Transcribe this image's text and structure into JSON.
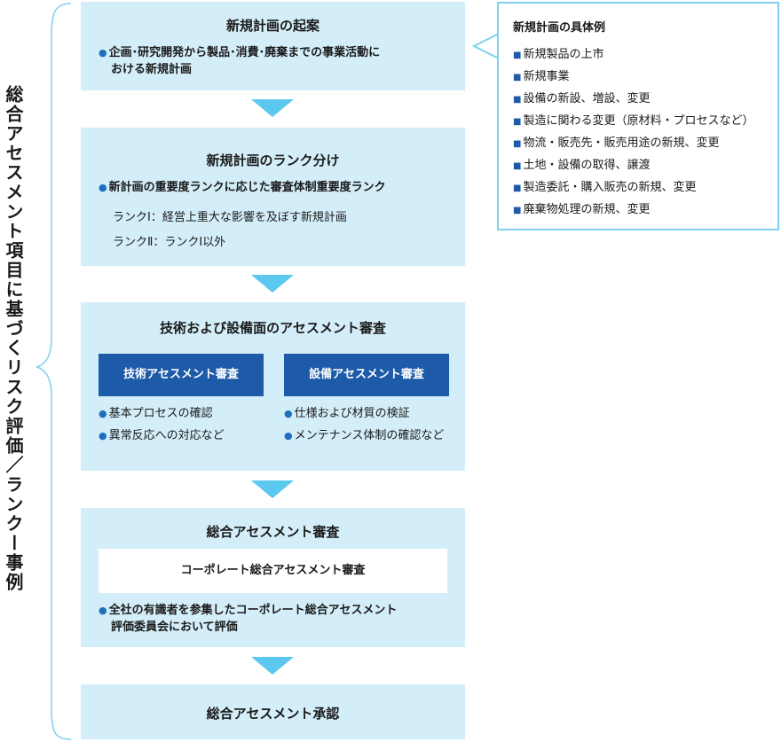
{
  "side_label": "総合アセスメント項目に基づくリスク評価／ランクー事例",
  "steps": {
    "step1": {
      "title": "新規計画の起案",
      "bullet_1": "企画･研究開発から製品･消費･廃棄までの事業活動に",
      "bullet_2": "おける新規計画"
    },
    "step2": {
      "title": "新規計画のランク分け",
      "bullet": "新計画の重要度ランクに応じた審査体制重要度ランク",
      "rank1": "ランクⅠ：経営上重大な影響を及ぼす新規計画",
      "rank2": "ランクⅡ：ランクⅠ以外"
    },
    "step3": {
      "title": "技術および設備面のアセスメント審査",
      "left_box": "技術アセスメント審査",
      "right_box": "設備アセスメント審査",
      "left_items": [
        "基本プロセスの確認",
        "異常反応への対応など"
      ],
      "right_items": [
        "仕様および材質の検証",
        "メンテナンス体制の確認など"
      ]
    },
    "step4": {
      "title": "総合アセスメント審査",
      "inner_box": "コーポレート総合アセスメント審査",
      "bullet_1": "全社の有識者を参集したコーポレート総合アセスメント",
      "bullet_2": "評価委員会において評価"
    },
    "step5": {
      "title": "総合アセスメント承認"
    }
  },
  "callout": {
    "title": "新規計画の具体例",
    "items": [
      "新規製品の上市",
      "新規事業",
      "設備の新設、増設、変更",
      "製造に関わる変更（原材料・プロセスなど）",
      "物流・販売先・販売用途の新規、変更",
      "土地・設備の取得、譲渡",
      "製造委託・購入販売の新規、変更",
      "廃棄物処理の新規、変更"
    ]
  },
  "colors": {
    "step_fill": "#d4eef9",
    "arrow": "#5bc8ef",
    "blue_box": "#1d5aa8",
    "bullet": "#1f6fbf",
    "callout_border": "#7fd0ee"
  },
  "icons": {
    "bullet": "●",
    "square_bullet": "■"
  }
}
